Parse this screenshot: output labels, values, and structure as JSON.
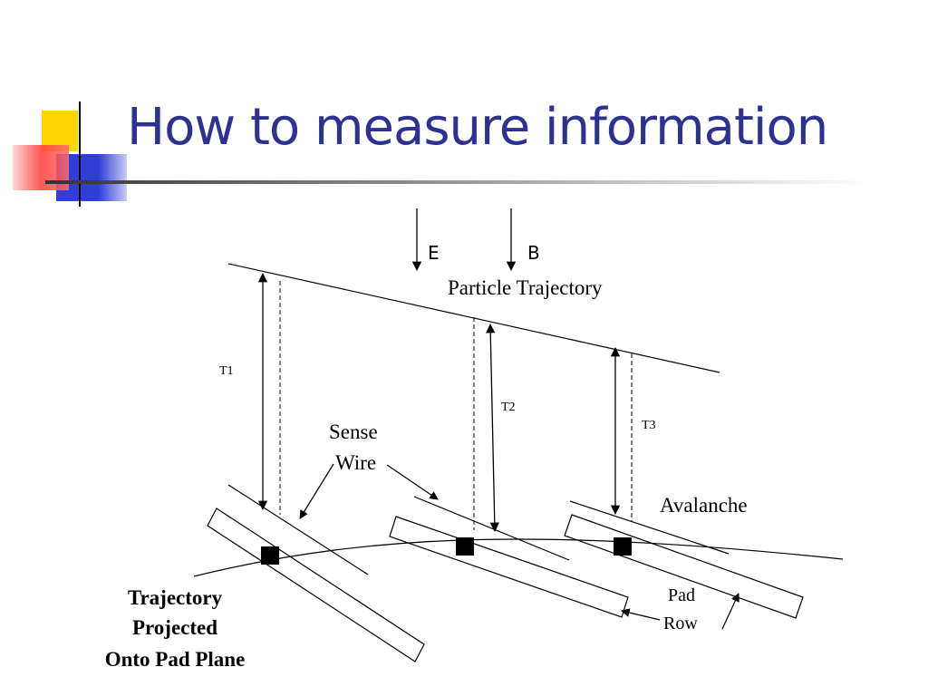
{
  "slide": {
    "title": "How to measure information"
  },
  "diagram": {
    "field_e": "E",
    "field_b": "B",
    "particle_trajectory": "Particle Trajectory",
    "t1": "T1",
    "t2": "T2",
    "t3": "T3",
    "sense_wire_line1": "Sense",
    "sense_wire_line2": "Wire",
    "avalanche": "Avalanche",
    "pad_row_line1": "Pad",
    "pad_row_line2": "Row",
    "projection_line1": "Trajectory",
    "projection_line2": "Projected",
    "projection_line3": "Onto Pad Plane"
  },
  "colors": {
    "title": "#2e3192",
    "accent_yellow": "#ffd400",
    "accent_blue": "#2f3ed6",
    "accent_red": "#ff3b3b"
  }
}
